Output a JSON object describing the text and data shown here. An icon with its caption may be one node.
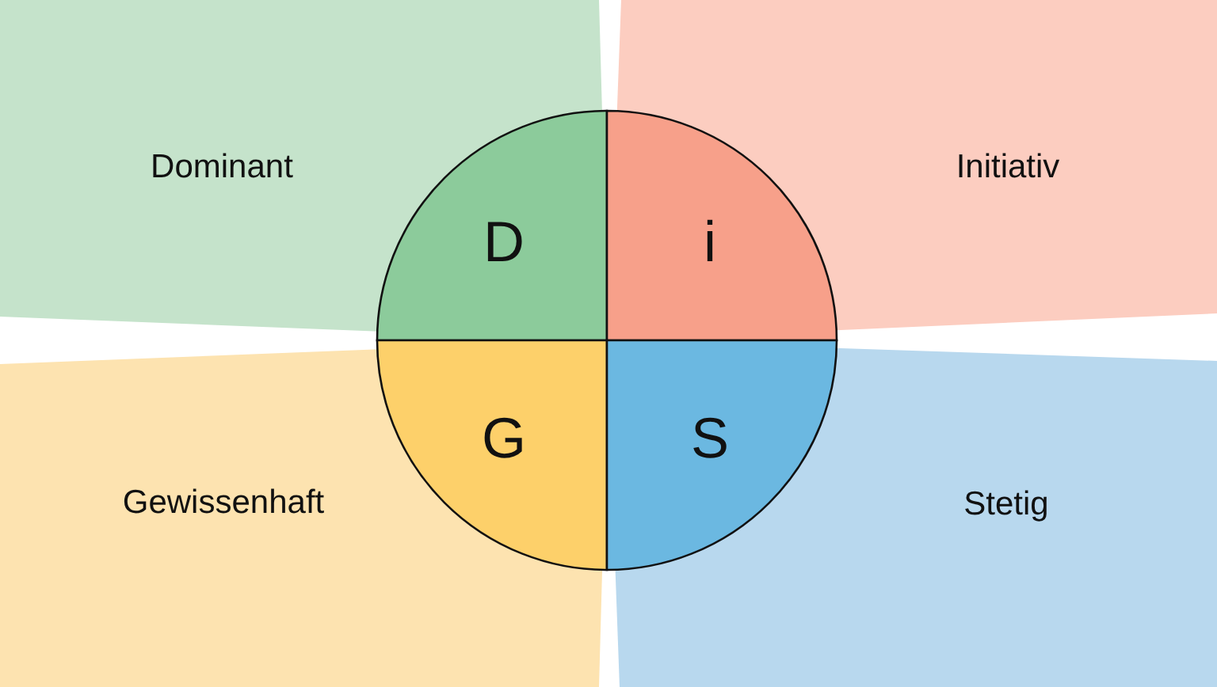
{
  "diagram": {
    "nodes": [
      {
        "text": [
          "Dominant"
        ]
      },
      {
        "text": [
          "Initiativ"
        ]
      },
      {
        "text": [
          "D"
        ],
        "in": 0
      },
      {
        "text": [
          "i"
        ],
        "in": 1
      },
      {
        "text": [
          "G"
        ],
        "in": 6
      },
      {
        "text": [
          "S"
        ],
        "in": 7
      },
      {
        "text": [
          "Gewissenhaft"
        ]
      },
      {
        "text": [
          "Stetig"
        ]
      }
    ]
  }
}
